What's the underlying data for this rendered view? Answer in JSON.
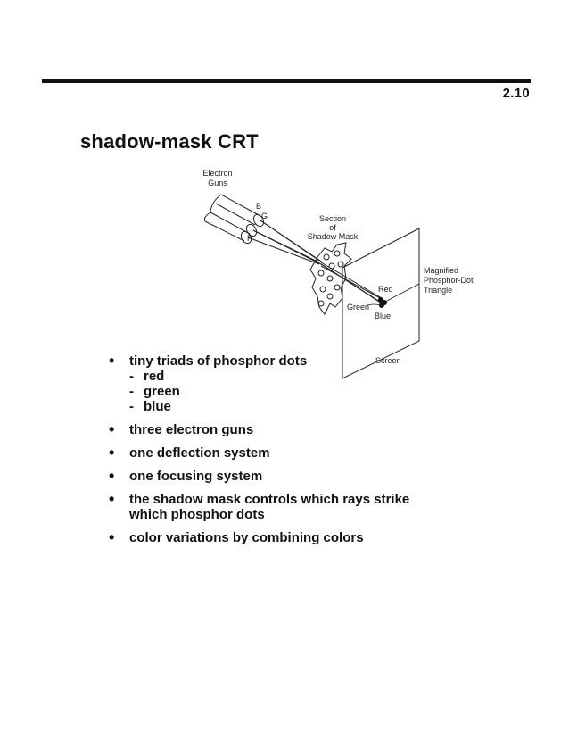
{
  "header": {
    "page_number": "2.10"
  },
  "title": "shadow-mask CRT",
  "diagram": {
    "labels": {
      "electron_guns_line1": "Electron",
      "electron_guns_line2": "Guns",
      "gun_b": "B",
      "gun_g": "G",
      "gun_r": "R",
      "section_line1": "Section",
      "section_line2": "of",
      "section_line3": "Shadow Mask",
      "magnified_line1": "Magnified",
      "magnified_line2": "Phosphor-Dot",
      "magnified_line3": "Triangle",
      "red": "Red",
      "green": "Green",
      "blue": "Blue",
      "screen": "Screen"
    }
  },
  "bullets": [
    {
      "text": "tiny triads of phosphor dots",
      "sub": [
        "red",
        "green",
        "blue"
      ]
    },
    {
      "text": "three electron guns"
    },
    {
      "text": "one deflection system"
    },
    {
      "text": "one focusing system"
    },
    {
      "text": "the shadow mask controls which rays strike",
      "text2": "which phosphor dots"
    },
    {
      "text": "color variations by combining colors"
    }
  ]
}
